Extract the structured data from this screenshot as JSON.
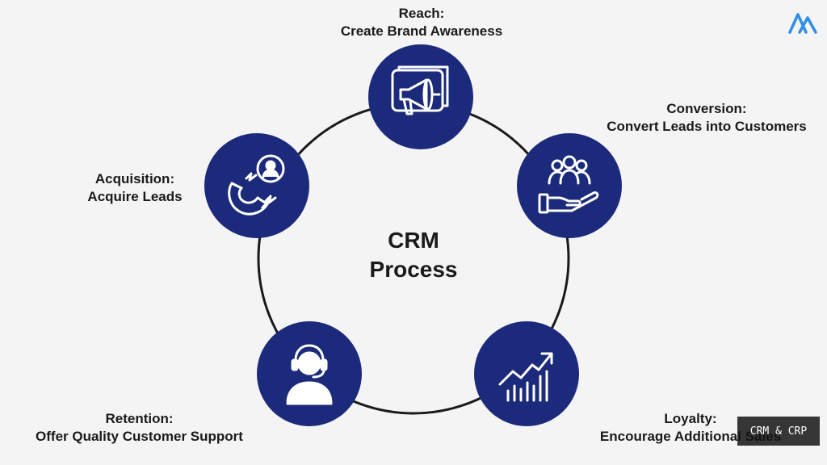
{
  "colors": {
    "node": "#1b2a7a",
    "ring": "#1a1a1a",
    "logo": "#2f8fe6"
  },
  "center": {
    "line1": "CRM",
    "line2": "Process"
  },
  "stages": {
    "reach": {
      "title": "Reach:",
      "subtitle": "Create Brand Awareness",
      "icon": "megaphone-icon"
    },
    "conversion": {
      "title": "Conversion:",
      "subtitle": "Convert Leads into Customers",
      "icon": "customers-in-hand-icon"
    },
    "loyalty": {
      "title": "Loyalty:",
      "subtitle": "Encourage Additional Sales",
      "icon": "growth-chart-icon"
    },
    "retention": {
      "title": "Retention:",
      "subtitle": "Offer Quality Customer Support",
      "icon": "headset-support-icon"
    },
    "acquisition": {
      "title": "Acquisition:",
      "subtitle": "Acquire Leads",
      "icon": "magnet-lead-icon"
    }
  },
  "watermark": {
    "text": "CRM & CRP"
  },
  "logo": {
    "icon": "brand-logo-icon"
  }
}
